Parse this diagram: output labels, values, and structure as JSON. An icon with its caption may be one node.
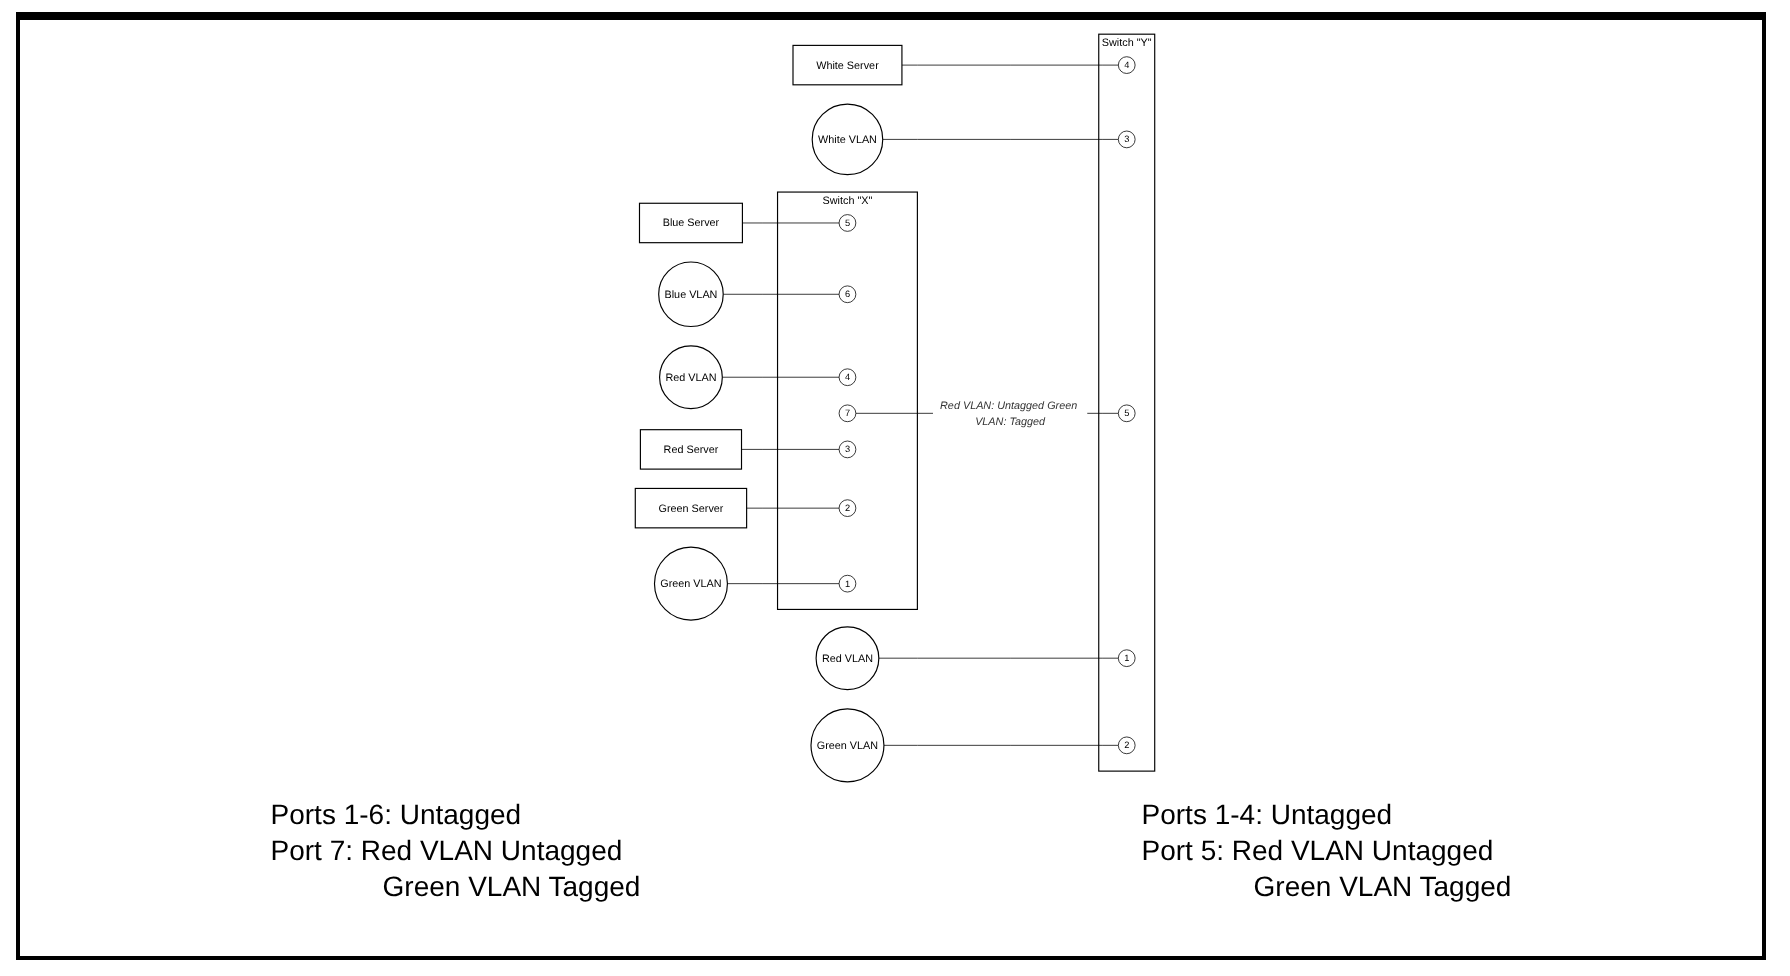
{
  "diagram": {
    "nodes": [
      {
        "text": [
          "Blue Server"
        ]
      },
      {
        "text": [
          "Blue VLAN"
        ]
      },
      {
        "text": [
          "White Server"
        ]
      },
      {
        "text": [
          "White VLAN"
        ]
      },
      {
        "text": [
          "Red VLAN"
        ]
      },
      {
        "text": [
          "Switch \"X\""
        ]
      },
      {
        "text": [
          "5"
        ],
        "in": 5
      },
      {
        "text": [
          "6"
        ],
        "in": 5
      },
      {
        "text": [
          "4"
        ],
        "in": 5
      },
      {
        "text": [
          "7"
        ],
        "in": 5
      },
      {
        "text": [
          "3"
        ],
        "in": 5
      },
      {
        "text": [
          "2"
        ],
        "in": 5
      },
      {
        "text": [
          "1"
        ],
        "in": 5
      },
      {
        "text": [
          "Switch \"Y\""
        ]
      },
      {
        "text": [
          "4"
        ],
        "in": 13
      },
      {
        "text": [
          "3"
        ],
        "in": 13
      },
      {
        "text": [
          "5"
        ],
        "in": 13
      },
      {
        "text": [
          "1"
        ],
        "in": 13
      },
      {
        "text": [
          "2"
        ],
        "in": 13
      },
      {
        "text": [
          "Red Server"
        ]
      },
      {
        "text": [
          "Green Server"
        ]
      },
      {
        "text": [
          "Green VLAN"
        ]
      },
      {
        "text": [
          "Red VLAN"
        ]
      },
      {
        "text": [
          "Green VLAN"
        ]
      }
    ],
    "edges": [
      {
        "from": 0,
        "to": 6,
        "arrow": "none"
      },
      {
        "from": 1,
        "to": 7,
        "arrow": "none"
      },
      {
        "from": 4,
        "to": 8,
        "arrow": "none"
      },
      {
        "from": 19,
        "to": 10,
        "arrow": "none"
      },
      {
        "from": 20,
        "to": 11,
        "arrow": "none"
      },
      {
        "from": 21,
        "to": 12,
        "arrow": "none"
      },
      {
        "from": 9,
        "to": 16,
        "label": "Red VLAN: Untagged Green VLAN: Tagged",
        "arrow": "none"
      },
      {
        "from": 2,
        "to": 14,
        "arrow": "none"
      },
      {
        "from": 3,
        "to": 15,
        "arrow": "none"
      },
      {
        "from": 22,
        "to": 17,
        "arrow": "none"
      },
      {
        "from": 23,
        "to": 18,
        "arrow": "none"
      }
    ],
    "labels": [
      "Ports 1-6: Untagged",
      "Port 7: Red VLAN Untagged",
      "Green VLAN Tagged",
      "Ports 1-4: Untagged",
      "Port 5: Red VLAN Untagged",
      "Green VLAN Tagged"
    ]
  }
}
